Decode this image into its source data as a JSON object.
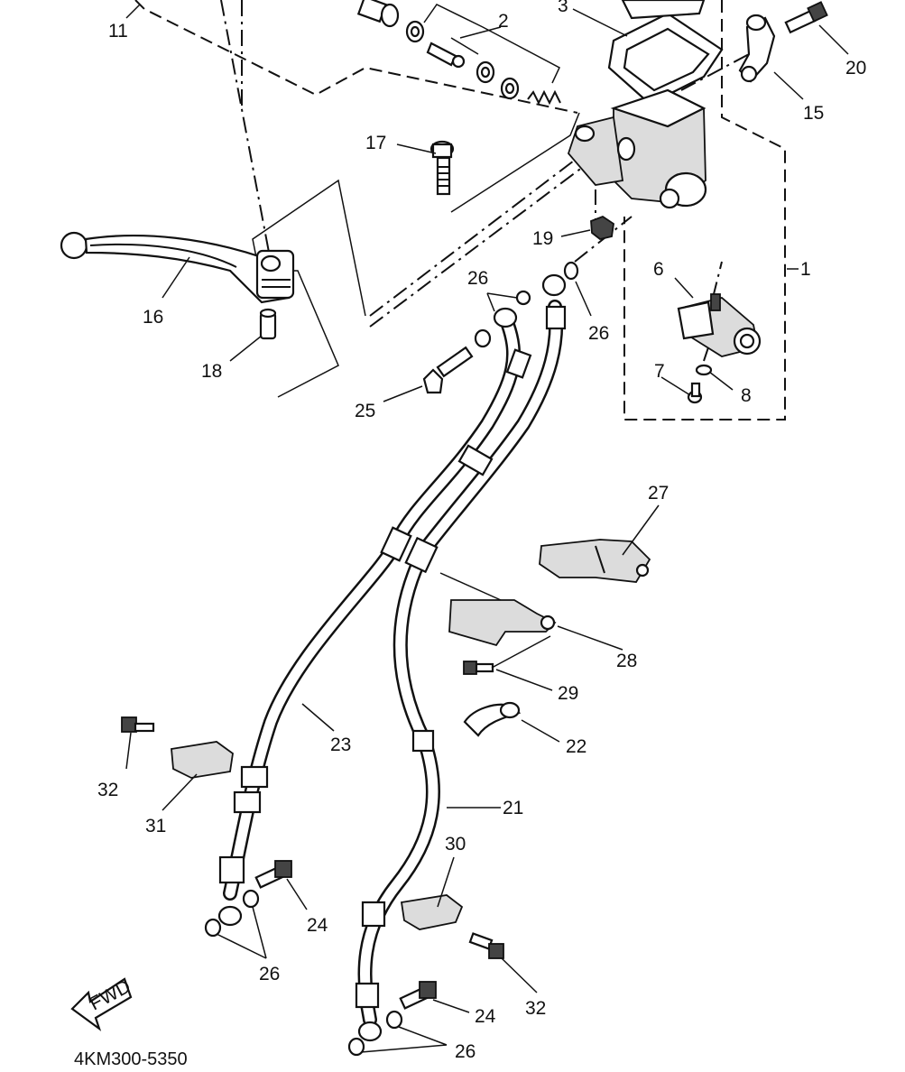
{
  "diagram_code": "4KM300-5350",
  "fwd_label": "FWD",
  "callouts": {
    "p1": "1",
    "p2": "2",
    "p3": "3",
    "p6": "6",
    "p7": "7",
    "p8": "8",
    "p11": "11",
    "p15": "15",
    "p16": "16",
    "p17": "17",
    "p18": "18",
    "p19": "19",
    "p20": "20",
    "p21": "21",
    "p22": "22",
    "p23": "23",
    "p24a": "24",
    "p24b": "24",
    "p25": "25",
    "p26a": "26",
    "p26b": "26",
    "p26c": "26",
    "p26d": "26",
    "p27": "27",
    "p28": "28",
    "p29": "29",
    "p30": "30",
    "p31": "31",
    "p32a": "32",
    "p32b": "32"
  }
}
